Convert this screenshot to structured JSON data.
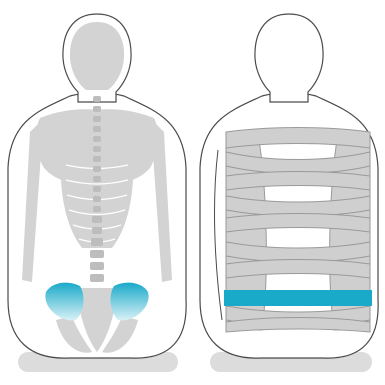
{
  "panels": [
    {
      "id": "skeleton-view",
      "highlight": "pelvis-iliac-crests"
    },
    {
      "id": "wrapped-back-view",
      "highlight": "lower-band"
    }
  ],
  "colors": {
    "outline": "#4a4a4a",
    "bone": "#d3d3d3",
    "bone_dark": "#bdbdbd",
    "body_fill": "#ffffff",
    "band_fill": "#cfcfcf",
    "band_stroke": "#9a9a9a",
    "accent": "#19a9c9",
    "accent_light": "#a8e1ee",
    "shadow": "#dcdcdc"
  }
}
